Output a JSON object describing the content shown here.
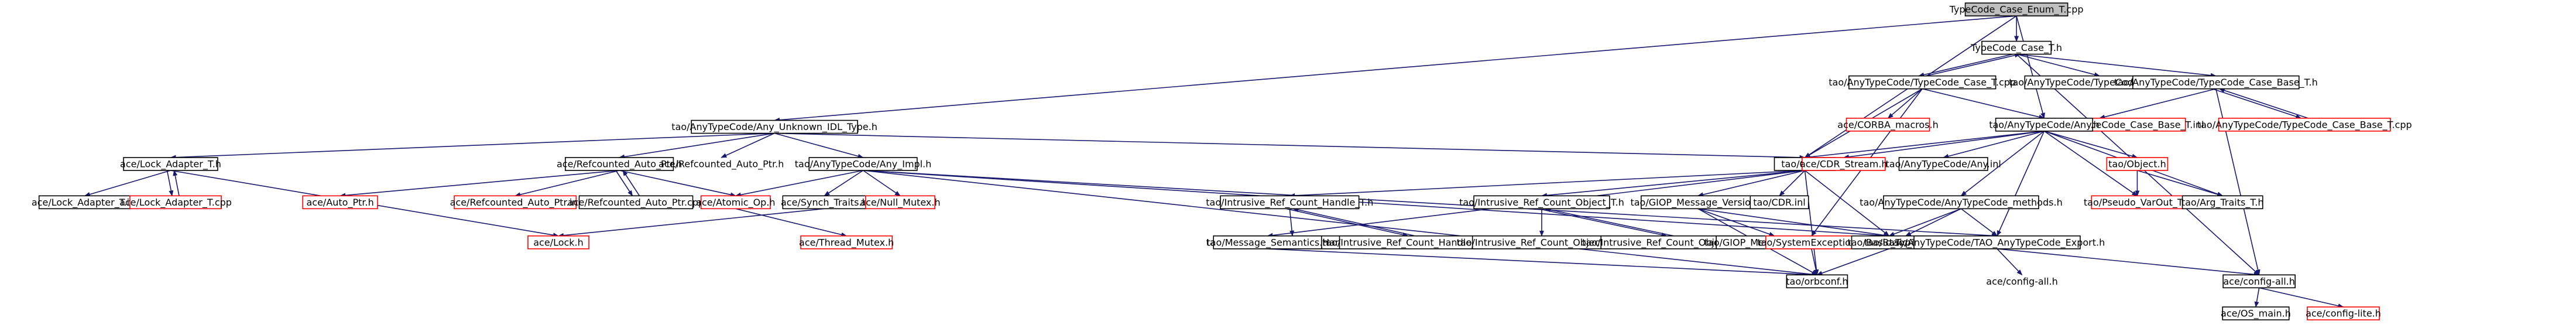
{
  "colors": {
    "edge": "#191970",
    "node_border": "#000000",
    "missing_border": "#ff0000",
    "root_fill": "#bfbfbf",
    "node_fill": "#ffffff",
    "text": "#000000"
  },
  "nodes": [
    {
      "id": "root",
      "label": "TypeCode_Case_Enum_T.cpp",
      "kind": "root"
    },
    {
      "id": "tc_case_h",
      "label": "TypeCode_Case_T.h",
      "kind": "file"
    },
    {
      "id": "tc_case_cpp",
      "label": "tao/AnyTypeCode/TypeCode_Case_T.cpp",
      "kind": "file"
    },
    {
      "id": "tc_case_inl",
      "label": "tao/AnyTypeCode/TypeCode_Case_T.inl",
      "kind": "file"
    },
    {
      "id": "tc_case_base_h",
      "label": "tao/AnyTypeCode/TypeCode_Case_Base_T.h",
      "kind": "file"
    },
    {
      "id": "tc_case_base_cpp",
      "label": "tao/AnyTypeCode/TypeCode_Case_Base_T.cpp",
      "kind": "missing"
    },
    {
      "id": "tc_case_base_inl",
      "label": "tao/AnyTypeCode/TypeCode_Case_Base_T.inl",
      "kind": "missing"
    },
    {
      "id": "corba_macros",
      "label": "ace/CORBA_macros.h",
      "kind": "missing"
    },
    {
      "id": "any_h",
      "label": "tao/AnyTypeCode/Any.h",
      "kind": "file"
    },
    {
      "id": "unknown_idl",
      "label": "tao/AnyTypeCode/Any_Unknown_IDL_Type.h",
      "kind": "file"
    },
    {
      "id": "lock_adapter_h",
      "label": "ace/Lock_Adapter_T.h",
      "kind": "file"
    },
    {
      "id": "lock_adapter_inl",
      "label": "ace/Lock_Adapter_T.inl",
      "kind": "file"
    },
    {
      "id": "lock_adapter_cpp",
      "label": "ace/Lock_Adapter_T.cpp",
      "kind": "missing"
    },
    {
      "id": "refcounted_h",
      "label": "ace/Refcounted_Auto_Ptr.h",
      "kind": "file"
    },
    {
      "id": "auto_ptr",
      "label": "ace/Auto_Ptr.h",
      "kind": "missing"
    },
    {
      "id": "refcounted_inl",
      "label": "ace/Refcounted_Auto_Ptr.inl",
      "kind": "missing"
    },
    {
      "id": "refcounted_cpp",
      "label": "ace/Refcounted_Auto_Ptr.cpp",
      "kind": "file"
    },
    {
      "id": "refcounted_h2",
      "label": "ace/Refcounted_Auto_Ptr.h",
      "kind": "plain"
    },
    {
      "id": "any_impl",
      "label": "tao/AnyTypeCode/Any_Impl.h",
      "kind": "file"
    },
    {
      "id": "atomic_op",
      "label": "ace/Atomic_Op.h",
      "kind": "missing"
    },
    {
      "id": "synch_traits",
      "label": "ace/Synch_Traits.h",
      "kind": "file"
    },
    {
      "id": "null_mutex",
      "label": "ace/Null_Mutex.h",
      "kind": "missing"
    },
    {
      "id": "lock_h",
      "label": "ace/Lock.h",
      "kind": "missing"
    },
    {
      "id": "thread_mutex",
      "label": "ace/Thread_Mutex.h",
      "kind": "missing"
    },
    {
      "id": "cdr_h",
      "label": "tao/CDR.h",
      "kind": "file"
    },
    {
      "id": "irc_handle_h",
      "label": "tao/Intrusive_Ref_Count_Handle_T.h",
      "kind": "file"
    },
    {
      "id": "irc_handle_inl",
      "label": "tao/Intrusive_Ref_Count_Handle_T.inl",
      "kind": "file"
    },
    {
      "id": "irc_handle_cpp",
      "label": "tao/Intrusive_Ref_Count_Handle_T.cpp",
      "kind": "file"
    },
    {
      "id": "irc_object_h",
      "label": "tao/Intrusive_Ref_Count_Object_T.h",
      "kind": "file"
    },
    {
      "id": "irc_object_inl",
      "label": "tao/Intrusive_Ref_Count_Object_T.inl",
      "kind": "file"
    },
    {
      "id": "irc_object_cpp",
      "label": "tao/Intrusive_Ref_Count_Object_T.cpp",
      "kind": "file"
    },
    {
      "id": "giop_h",
      "label": "tao/GIOP_Message_Version.h",
      "kind": "file"
    },
    {
      "id": "giop_inl",
      "label": "tao/GIOP_Message_Version.inl",
      "kind": "file"
    },
    {
      "id": "message_semantics",
      "label": "tao/Message_Semantics.h",
      "kind": "file"
    },
    {
      "id": "cdr_inl",
      "label": "tao/CDR.inl",
      "kind": "file"
    },
    {
      "id": "system_exception",
      "label": "tao/SystemException.h",
      "kind": "missing"
    },
    {
      "id": "basic_types",
      "label": "tao/Basic_Types.h",
      "kind": "file"
    },
    {
      "id": "orbconf",
      "label": "tao/orbconf.h",
      "kind": "file"
    },
    {
      "id": "cdr_stream",
      "label": "ace/CDR_Stream.h",
      "kind": "missing"
    },
    {
      "id": "any_inl",
      "label": "tao/AnyTypeCode/Any.inl",
      "kind": "file"
    },
    {
      "id": "methods",
      "label": "tao/AnyTypeCode/AnyTypeCode_methods.h",
      "kind": "file"
    },
    {
      "id": "basic_types2",
      "label": "tao/Basic_Types.h",
      "kind": "plain"
    },
    {
      "id": "export",
      "label": "tao/AnyTypeCode/TAO_AnyTypeCode_Export.h",
      "kind": "file"
    },
    {
      "id": "config_all_plain",
      "label": "ace/config-all.h",
      "kind": "plain"
    },
    {
      "id": "object_h",
      "label": "tao/Object.h",
      "kind": "missing"
    },
    {
      "id": "pseudo_varout",
      "label": "tao/Pseudo_VarOut_T.h",
      "kind": "missing"
    },
    {
      "id": "arg_traits",
      "label": "tao/Arg_Traits_T.h",
      "kind": "file"
    },
    {
      "id": "config_all",
      "label": "ace/config-all.h",
      "kind": "file"
    },
    {
      "id": "os_main",
      "label": "ace/OS_main.h",
      "kind": "file"
    },
    {
      "id": "config_lite",
      "label": "ace/config-lite.h",
      "kind": "missing"
    }
  ]
}
